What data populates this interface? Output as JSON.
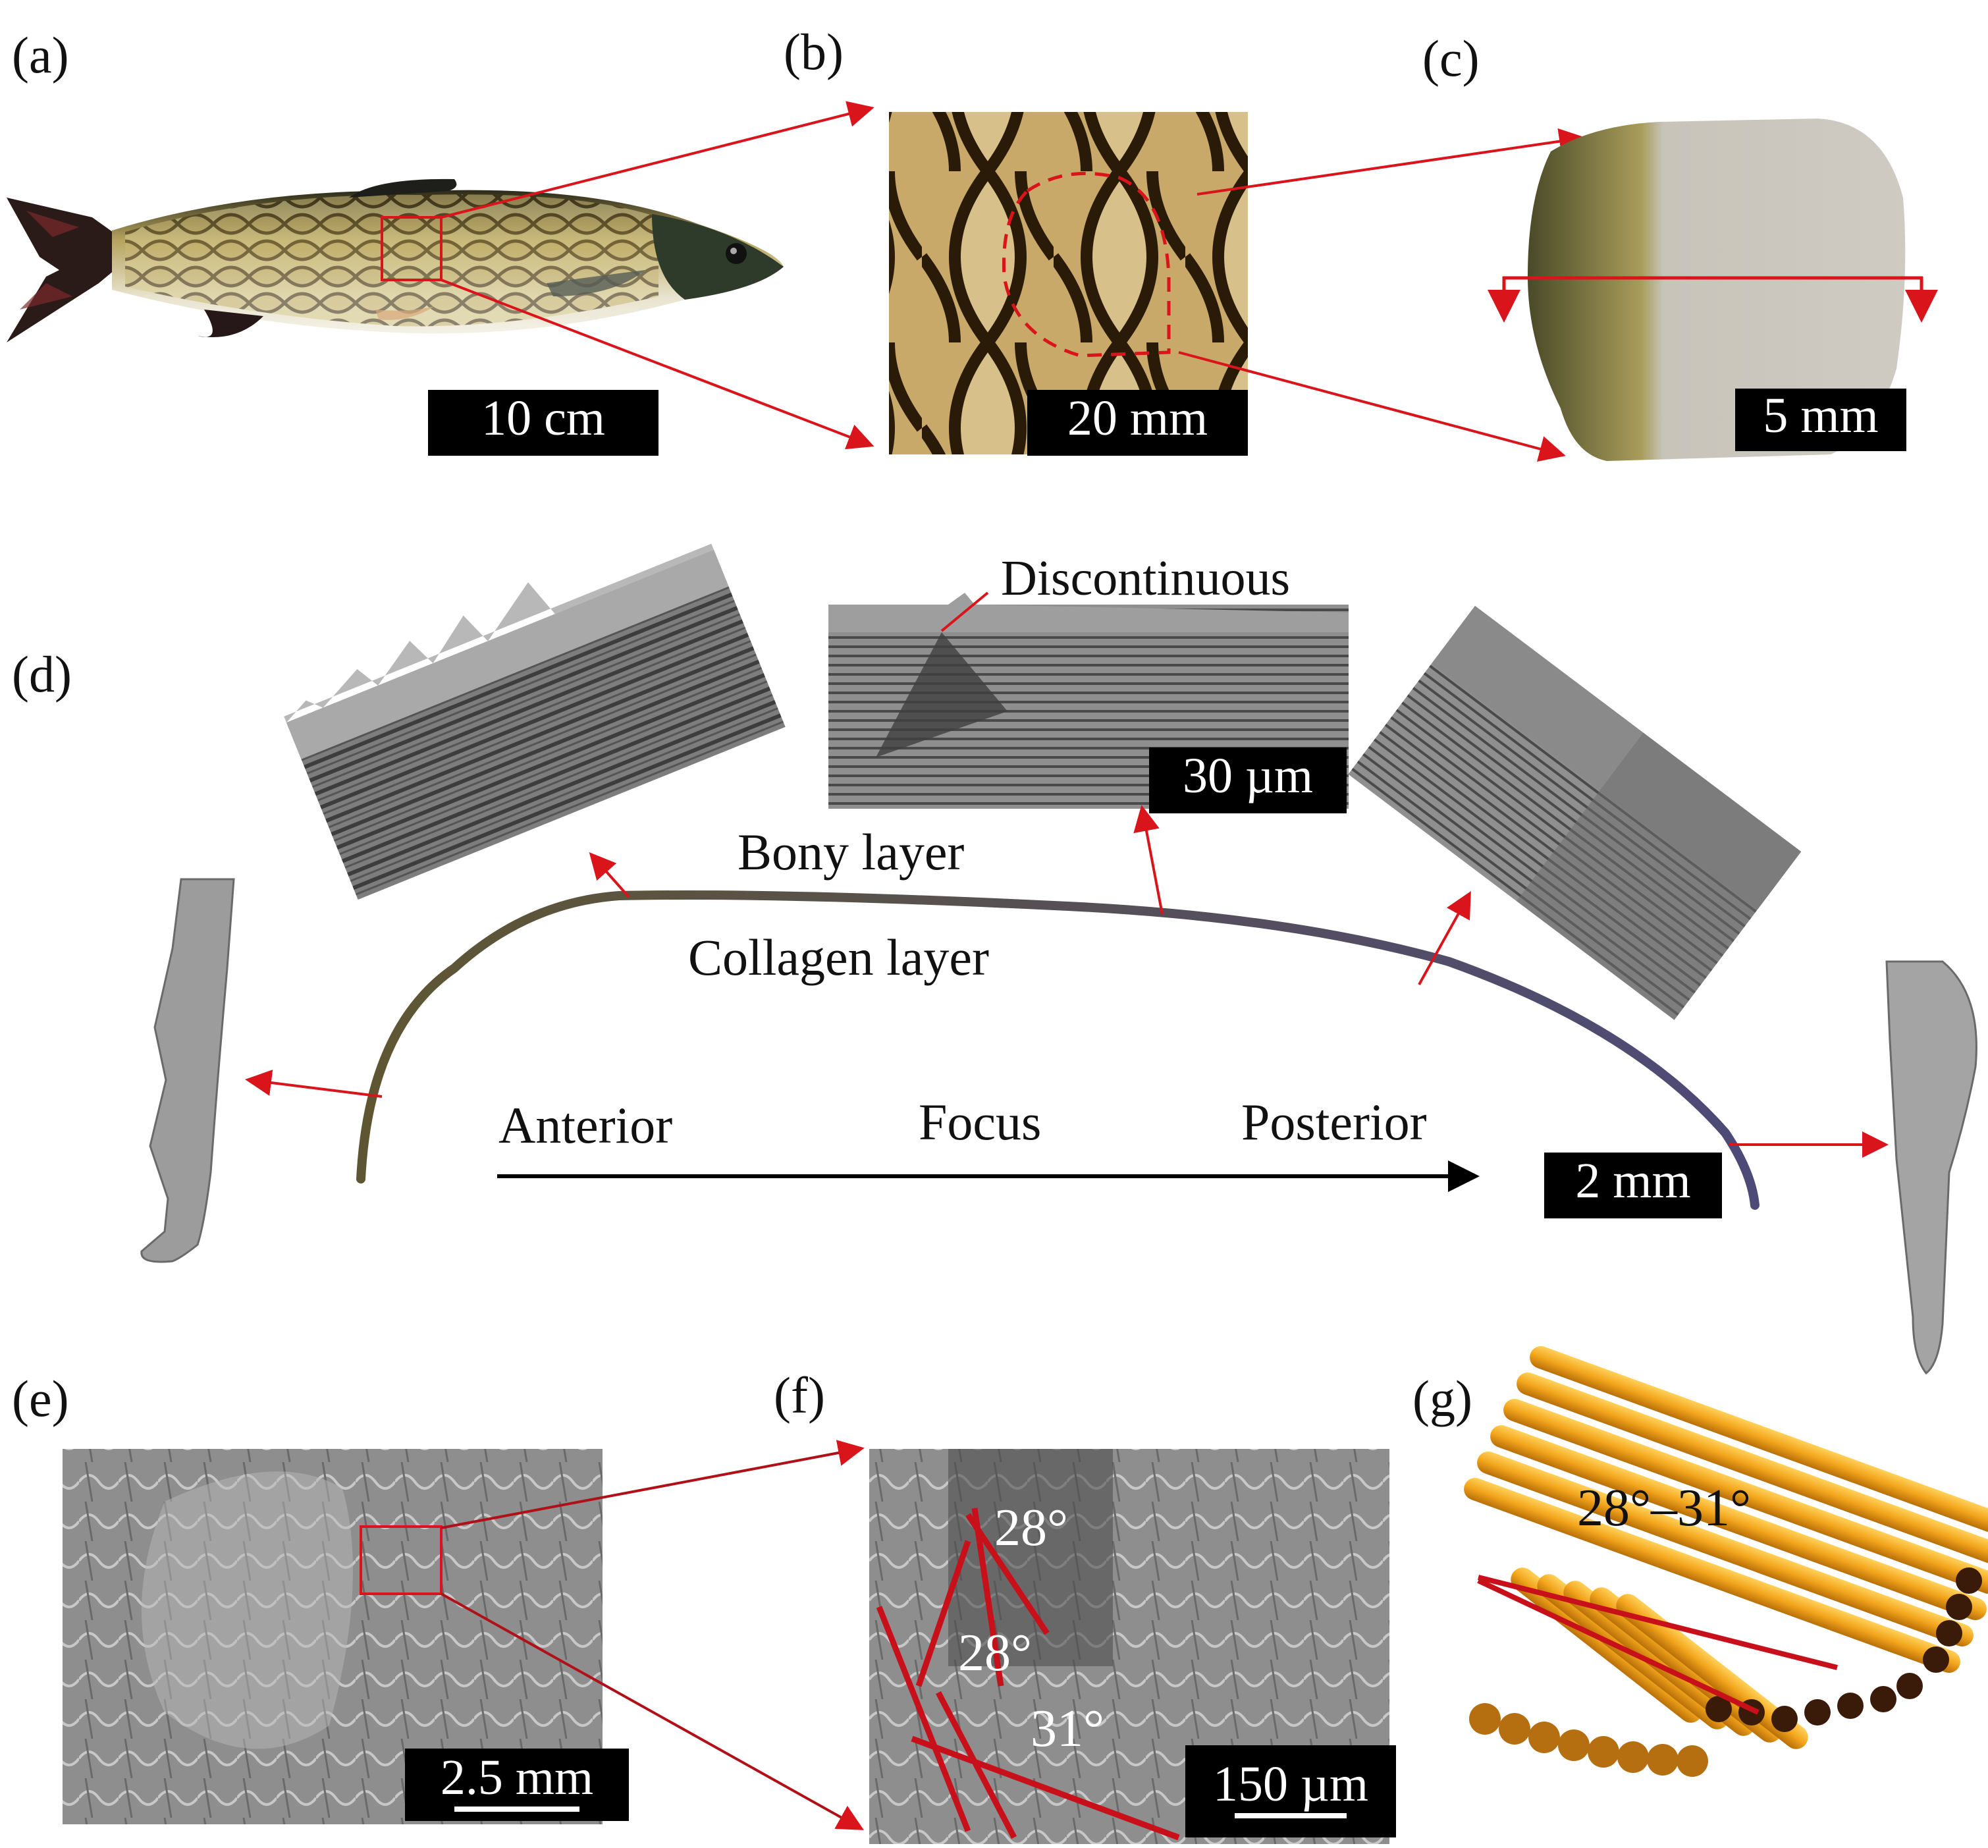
{
  "figure": {
    "panels": {
      "a": {
        "label": "(a)",
        "scale": "10 cm",
        "subject": "fish"
      },
      "b": {
        "label": "(b)",
        "scale": "20 mm",
        "subject": "scale-array"
      },
      "c": {
        "label": "(c)",
        "scale": "5 mm",
        "subject": "single-scale"
      },
      "d": {
        "label": "(d)",
        "scale_overview": "2 mm",
        "scale_inset": "30 µm",
        "annotations": {
          "discontinuous": "Discontinuous",
          "bony": "Bony layer",
          "collagen": "Collagen layer"
        },
        "axis": {
          "anterior": "Anterior",
          "focus": "Focus",
          "posterior": "Posterior"
        }
      },
      "e": {
        "label": "(e)",
        "scale": "2.5 mm",
        "subject": "sem-overview"
      },
      "f": {
        "label": "(f)",
        "scale": "150 µm",
        "angles": [
          "28°",
          "28°",
          "31°"
        ]
      },
      "g": {
        "label": "(g)",
        "angle_range": "28°–31°",
        "subject": "fiber-model"
      }
    },
    "colors": {
      "annotation_red": "#d9141b",
      "fiber_gold": "#f3a51c",
      "fish_scale": "#b9a66a",
      "sem_gray": "#8a8a8a"
    }
  }
}
